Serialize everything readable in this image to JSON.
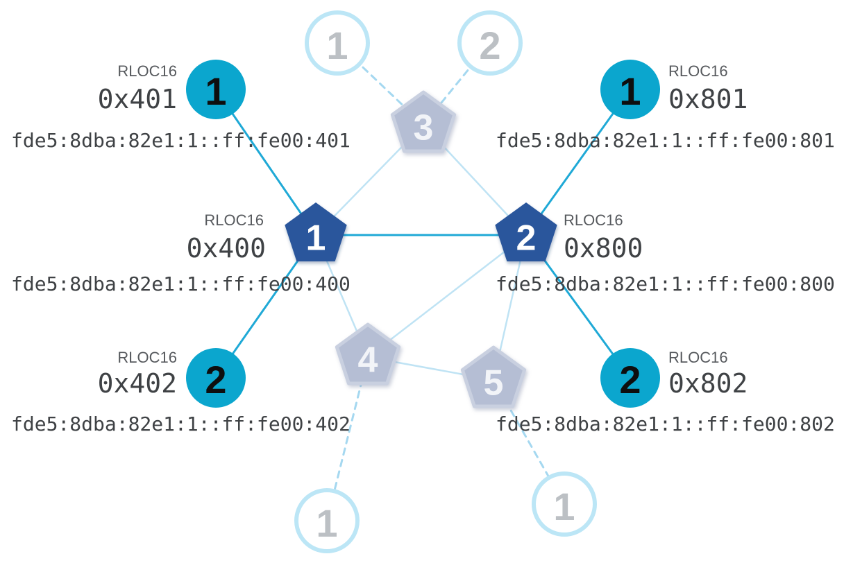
{
  "network": {
    "routers": [
      {
        "id": "router-1",
        "number": "1",
        "rloc16_label": "RLOC16",
        "rloc16": "0x400",
        "ipv6": "fde5:8dba:82e1:1::ff:fe00:400",
        "state": "active"
      },
      {
        "id": "router-2",
        "number": "2",
        "rloc16_label": "RLOC16",
        "rloc16": "0x800",
        "ipv6": "fde5:8dba:82e1:1::ff:fe00:800",
        "state": "active"
      },
      {
        "id": "router-3",
        "number": "3",
        "state": "faded"
      },
      {
        "id": "router-4",
        "number": "4",
        "state": "faded"
      },
      {
        "id": "router-5",
        "number": "5",
        "state": "faded"
      }
    ],
    "children": [
      {
        "id": "child-401",
        "number": "1",
        "rloc16_label": "RLOC16",
        "rloc16": "0x401",
        "ipv6": "fde5:8dba:82e1:1::ff:fe00:401",
        "parent": "router-1",
        "state": "active"
      },
      {
        "id": "child-402",
        "number": "2",
        "rloc16_label": "RLOC16",
        "rloc16": "0x402",
        "ipv6": "fde5:8dba:82e1:1::ff:fe00:402",
        "parent": "router-1",
        "state": "active"
      },
      {
        "id": "child-801",
        "number": "1",
        "rloc16_label": "RLOC16",
        "rloc16": "0x801",
        "ipv6": "fde5:8dba:82e1:1::ff:fe00:801",
        "parent": "router-2",
        "state": "active"
      },
      {
        "id": "child-802",
        "number": "2",
        "rloc16_label": "RLOC16",
        "rloc16": "0x802",
        "ipv6": "fde5:8dba:82e1:1::ff:fe00:802",
        "parent": "router-2",
        "state": "active"
      }
    ],
    "ghost_children": [
      {
        "id": "ghost-child-top-1",
        "number": "1",
        "parent": "router-3",
        "state": "ghost"
      },
      {
        "id": "ghost-child-top-2",
        "number": "2",
        "parent": "router-3",
        "state": "ghost"
      },
      {
        "id": "ghost-child-bottom-left",
        "number": "1",
        "parent": "router-4",
        "state": "ghost"
      },
      {
        "id": "ghost-child-bottom-right",
        "number": "1",
        "parent": "router-5",
        "state": "ghost"
      }
    ],
    "links": [
      {
        "from": "child-401",
        "to": "router-1",
        "style": "active"
      },
      {
        "from": "child-402",
        "to": "router-1",
        "style": "active"
      },
      {
        "from": "router-1",
        "to": "router-2",
        "style": "active"
      },
      {
        "from": "child-801",
        "to": "router-2",
        "style": "active"
      },
      {
        "from": "child-802",
        "to": "router-2",
        "style": "active"
      },
      {
        "from": "router-3",
        "to": "router-1",
        "style": "faded"
      },
      {
        "from": "router-3",
        "to": "router-2",
        "style": "faded"
      },
      {
        "from": "router-4",
        "to": "router-1",
        "style": "faded"
      },
      {
        "from": "router-4",
        "to": "router-2",
        "style": "faded"
      },
      {
        "from": "router-4",
        "to": "router-5",
        "style": "faded"
      },
      {
        "from": "router-5",
        "to": "router-2",
        "style": "faded"
      },
      {
        "from": "ghost-child-top-1",
        "to": "router-3",
        "style": "dashed"
      },
      {
        "from": "ghost-child-top-2",
        "to": "router-3",
        "style": "dashed"
      },
      {
        "from": "ghost-child-bottom-left",
        "to": "router-4",
        "style": "dashed"
      },
      {
        "from": "ghost-child-bottom-right",
        "to": "router-5",
        "style": "dashed"
      }
    ]
  },
  "colors": {
    "active_link": "#1FA9D6",
    "inactive_link": "#BFE3F4",
    "dashed_link": "#A5D8F0",
    "ghost_circle_border": "#BCE6F6",
    "ghost_number": "#BCC0C4",
    "child_fill": "#0BA6CE",
    "child_number": "#0E0E0E",
    "router_fill": "#2B569C",
    "router_number": "#FFFFFF",
    "ghost_router_fill": "#B5BED4",
    "ghost_router_border": "#C9D0E0",
    "ghost_router_number": "#F2F4F8",
    "text_primary": "#3F4245",
    "text_secondary": "#56595D",
    "canvas_bg": "#FFFFFF"
  }
}
